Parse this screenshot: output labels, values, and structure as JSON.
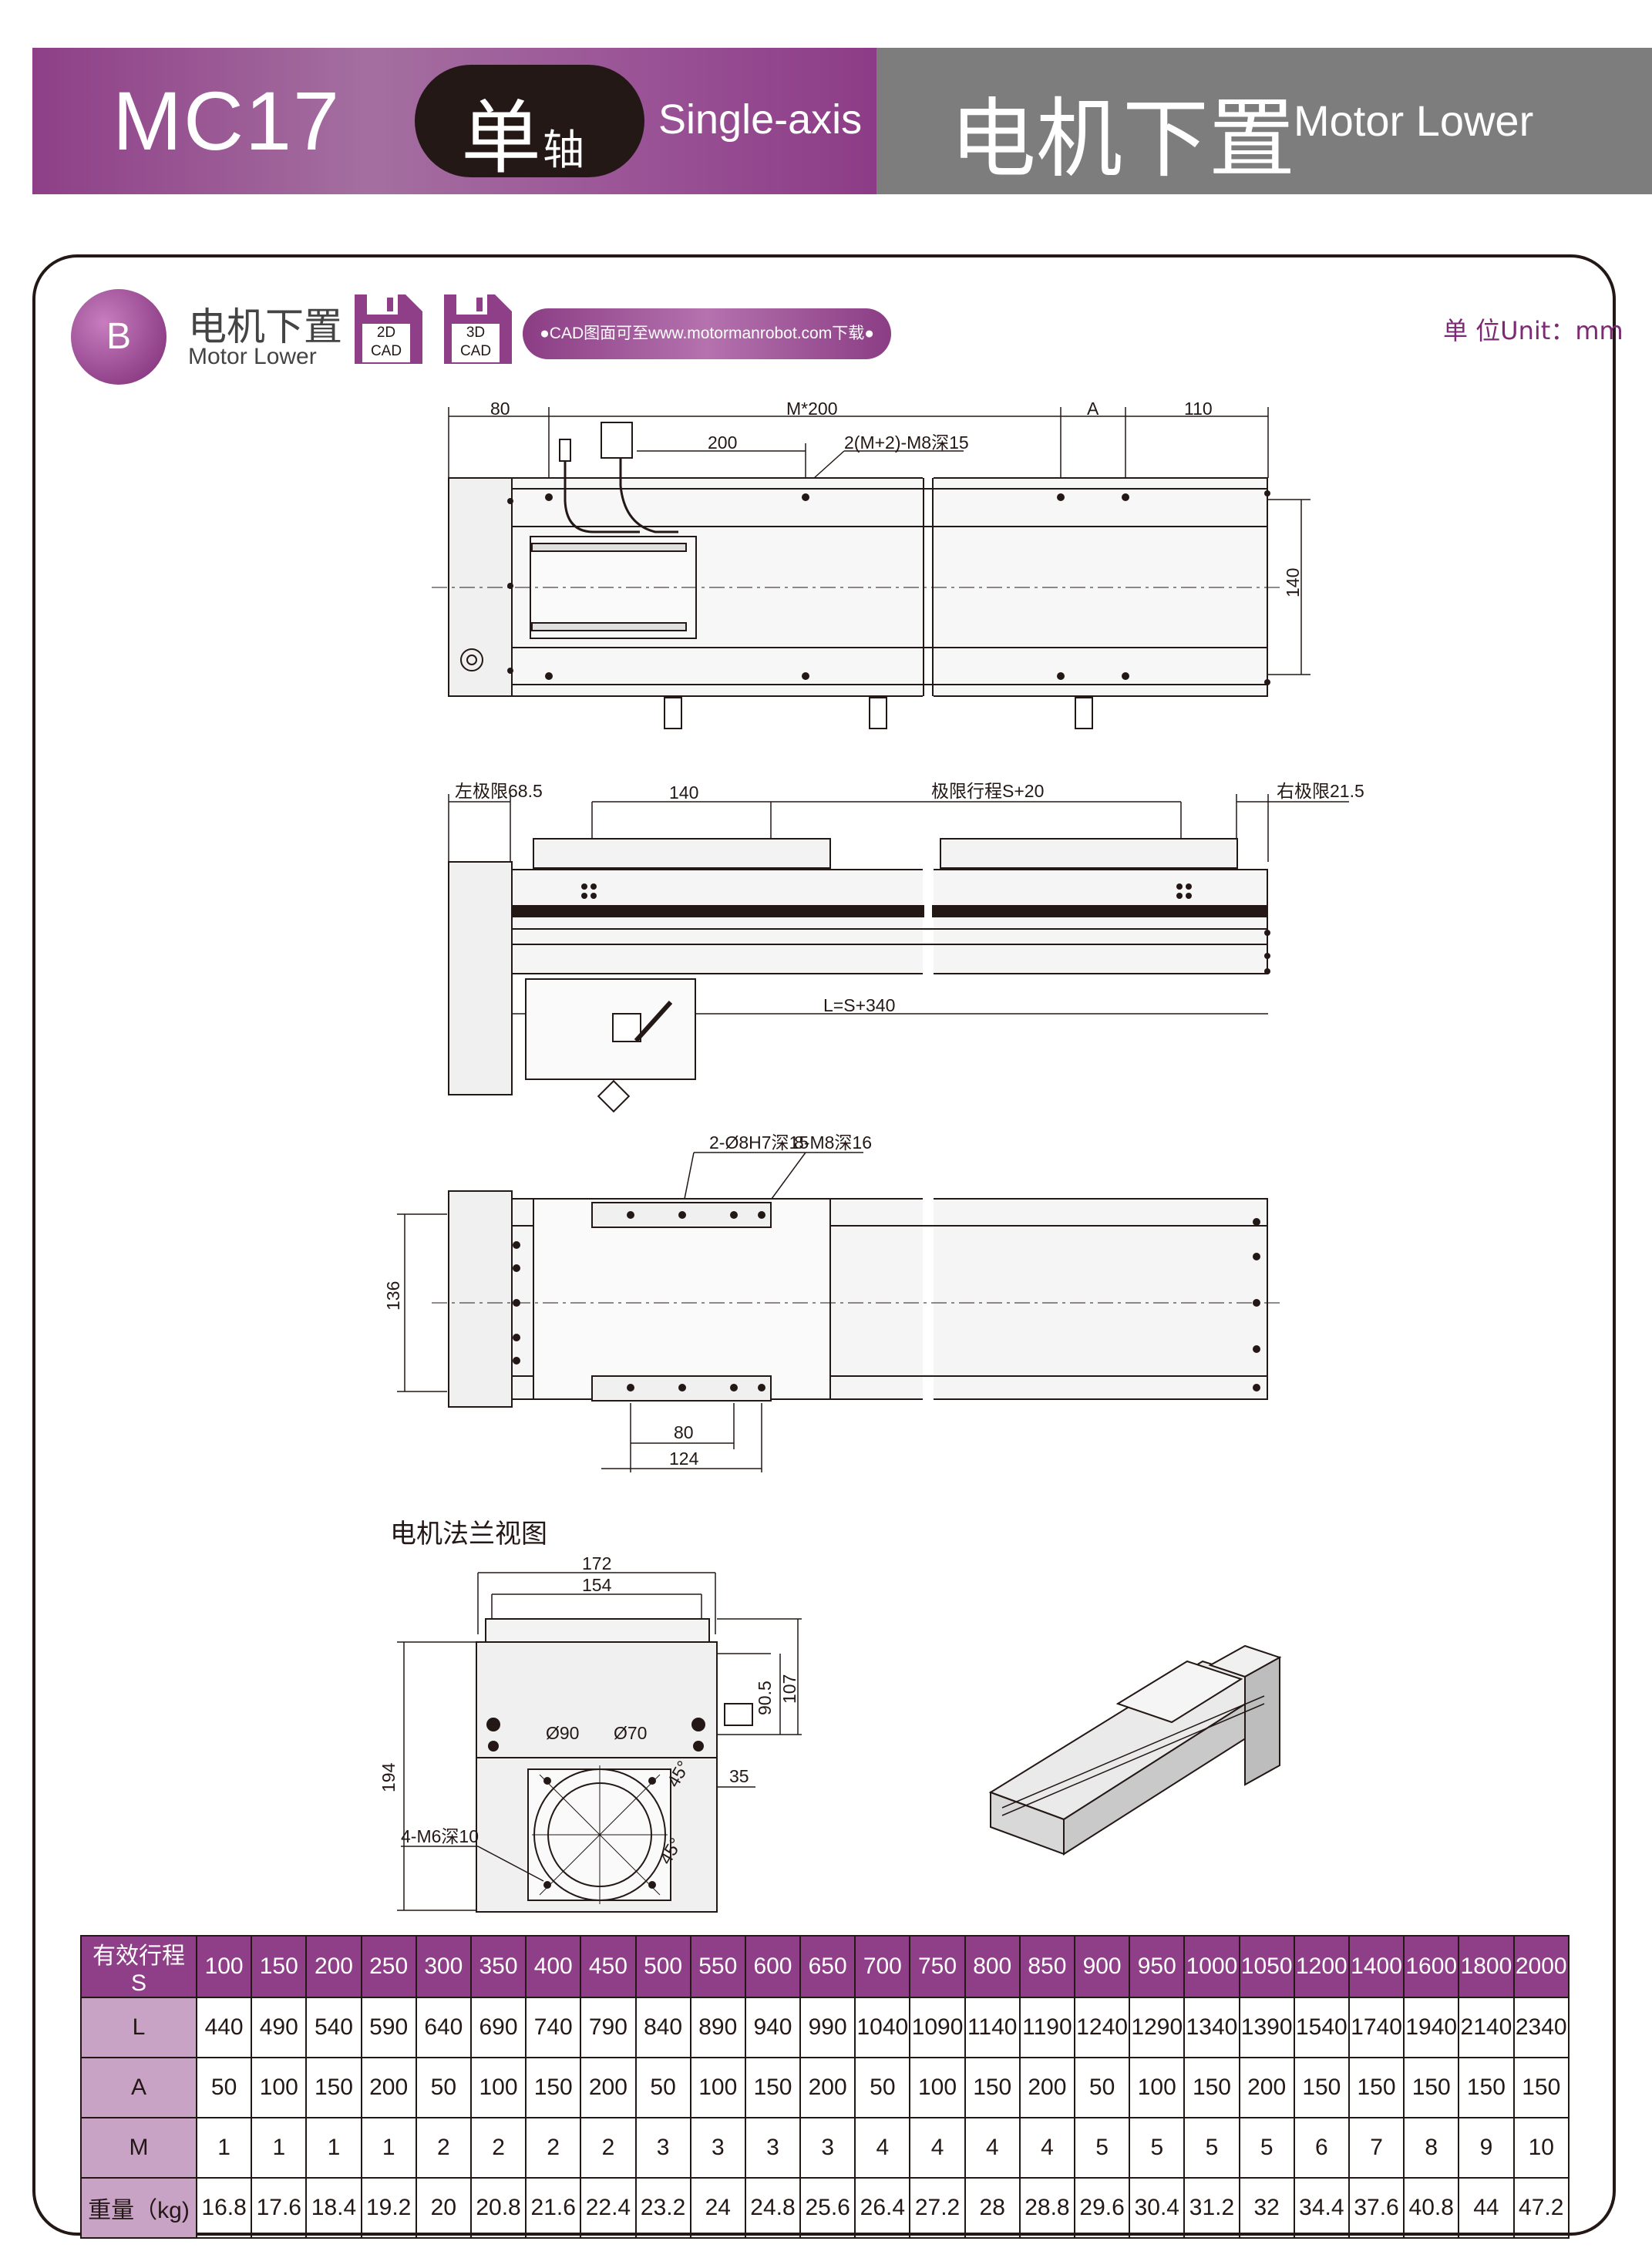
{
  "header": {
    "model": "MC17",
    "axis_cn_big": "单",
    "axis_cn_small": "轴",
    "axis_en": "Single-axis",
    "mount_cn": "电机下置",
    "mount_en": "Motor Lower"
  },
  "section": {
    "badge": "B",
    "title_cn": "电机下置",
    "title_en": "Motor Lower",
    "cad2d": "2D CAD",
    "cad3d": "3D CAD",
    "cad_link": "●CAD图面可至www.motormanrobot.com下载●",
    "unit": "单 位Unit：mm"
  },
  "drawing": {
    "top_dims": [
      "80",
      "M*200",
      "A",
      "110",
      "200",
      "2(M+2)-M8深15",
      "140"
    ],
    "side_dims": [
      "左极限68.5",
      "140",
      "极限行程S+20",
      "右极限21.5",
      "L=S+340"
    ],
    "bottom_dims": [
      "2-Ø8H7深15",
      "8-M8深16",
      "136",
      "80",
      "124"
    ],
    "flange_title": "电机法兰视图",
    "flange_dims": [
      "172",
      "154",
      "90.5",
      "107",
      "194",
      "Ø90",
      "Ø70",
      "35",
      "45°",
      "45°",
      "4-M6深10"
    ]
  },
  "table": {
    "header_label": "有效行程 S",
    "strokes": [
      "100",
      "150",
      "200",
      "250",
      "300",
      "350",
      "400",
      "450",
      "500",
      "550",
      "600",
      "650",
      "700",
      "750",
      "800",
      "850",
      "900",
      "950",
      "1000",
      "1050",
      "1200",
      "1400",
      "1600",
      "1800",
      "2000"
    ],
    "rows": [
      {
        "label": "L",
        "values": [
          "440",
          "490",
          "540",
          "590",
          "640",
          "690",
          "740",
          "790",
          "840",
          "890",
          "940",
          "990",
          "1040",
          "1090",
          "1140",
          "1190",
          "1240",
          "1290",
          "1340",
          "1390",
          "1540",
          "1740",
          "1940",
          "2140",
          "2340"
        ]
      },
      {
        "label": "A",
        "values": [
          "50",
          "100",
          "150",
          "200",
          "50",
          "100",
          "150",
          "200",
          "50",
          "100",
          "150",
          "200",
          "50",
          "100",
          "150",
          "200",
          "50",
          "100",
          "150",
          "200",
          "150",
          "150",
          "150",
          "150",
          "150"
        ]
      },
      {
        "label": "M",
        "values": [
          "1",
          "1",
          "1",
          "1",
          "2",
          "2",
          "2",
          "2",
          "3",
          "3",
          "3",
          "3",
          "4",
          "4",
          "4",
          "4",
          "5",
          "5",
          "5",
          "5",
          "6",
          "7",
          "8",
          "9",
          "10"
        ]
      },
      {
        "label": "重量（kg)",
        "values": [
          "16.8",
          "17.6",
          "18.4",
          "19.2",
          "20",
          "20.8",
          "21.6",
          "22.4",
          "23.2",
          "24",
          "24.8",
          "25.6",
          "26.4",
          "27.2",
          "28",
          "28.8",
          "29.6",
          "30.4",
          "31.2",
          "32",
          "34.4",
          "37.6",
          "40.8",
          "44",
          "47.2"
        ]
      }
    ]
  },
  "colors": {
    "purple": "#8e3f87",
    "gray": "#7d7d7d",
    "ink": "#231815"
  }
}
